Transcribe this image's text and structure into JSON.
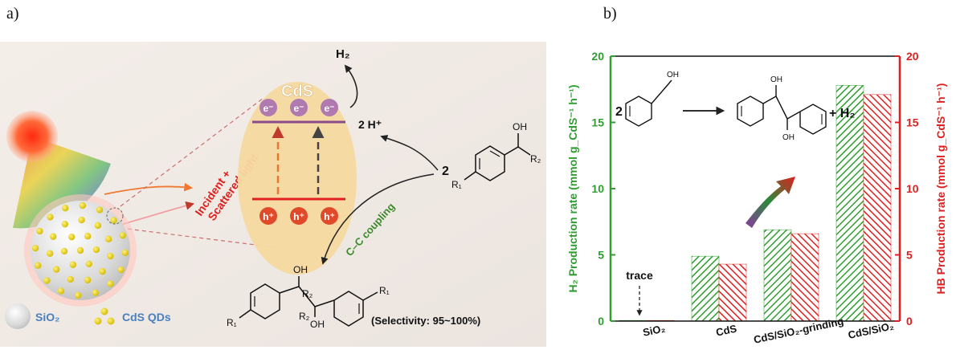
{
  "panel_a": {
    "label": "a)",
    "cds_title": "CdS",
    "electron": "e⁻",
    "hole": "h⁺",
    "h2": "H₂",
    "two_h": "2 H⁺",
    "light_line1": "Incident +",
    "light_line2": "Scattered light",
    "coupling": "C–C coupling",
    "reactant_coef": "2",
    "oh": "OH",
    "r1": "R₁",
    "r2": "R₂",
    "selectivity": "(Selectivity: 95~100%)",
    "legend_sio2": "SiO₂",
    "legend_cds": "CdS QDs",
    "colors": {
      "cds_ellipse": "#f5d9a0",
      "band": "#c0392b",
      "electron": "#b07ab0",
      "hole": "#e04a2a",
      "light": "#f07830"
    }
  },
  "panel_b": {
    "label": "b)",
    "reaction_coef": "2",
    "reaction_plus_h2": "+ H₂",
    "oh": "OH",
    "trace": "trace"
  },
  "chart_data": {
    "type": "bar",
    "categories": [
      "SiO₂",
      "CdS",
      "CdS/SiO₂-grinding",
      "CdS/SiO₂"
    ],
    "series": [
      {
        "axis": "left",
        "color": "#2e9e2e",
        "values": [
          0.05,
          4.9,
          6.9,
          17.8
        ]
      },
      {
        "axis": "right",
        "color": "#e02020",
        "values": [
          0.05,
          4.3,
          6.6,
          17.1
        ]
      }
    ],
    "ylabel_left": "H₂ Production rate (mmol g_CdS⁻¹ h⁻¹)",
    "ylabel_right": "HB Production rate (mmol g_CdS⁻¹ h⁻¹)",
    "ylim_left": [
      0,
      20
    ],
    "ylim_right": [
      0,
      20
    ],
    "yticks_left": [
      0,
      5,
      10,
      15,
      20
    ],
    "yticks_right": [
      0,
      5,
      10,
      15,
      20
    ],
    "grid": false
  }
}
